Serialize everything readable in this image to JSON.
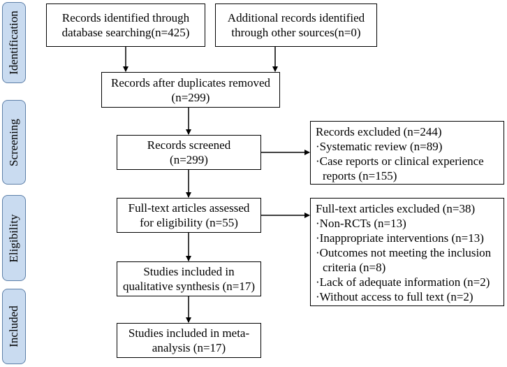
{
  "stages": [
    "Identification",
    "Screening",
    "Eligibility",
    "Included"
  ],
  "boxes": {
    "db_search": [
      "Records identified through",
      "database searching(n=425)"
    ],
    "other_sources": [
      "Additional records identified",
      "through other sources(n=0)"
    ],
    "after_duplicates": [
      "Records after duplicates removed",
      "(n=299)"
    ],
    "screened": [
      "Records screened",
      "(n=299)"
    ],
    "eligibility": [
      "Full-text articles assessed",
      "for eligibility (n=55)"
    ],
    "qualitative": [
      "Studies included in",
      "qualitative synthesis (n=17)"
    ],
    "meta": [
      "Studies included in meta-",
      "analysis (n=17)"
    ]
  },
  "excluded_records": {
    "title": "Records excluded (n=244)",
    "items": [
      "·Systematic review (n=89)",
      "·Case reports or clinical experience",
      "reports (n=155)"
    ]
  },
  "excluded_fulltext": {
    "title": "Full-text articles excluded (n=38)",
    "items": [
      "·Non-RCTs (n=13)",
      "·Inappropriate interventions (n=13)",
      "·Outcomes not meeting the inclusion",
      "criteria (n=8)",
      "·Lack of adequate information (n=2)",
      "·Without access to full text (n=2)"
    ]
  },
  "colors": {
    "stage_fill": "#c9dbf0",
    "stage_border": "#5d7fa8",
    "line": "#000000"
  }
}
